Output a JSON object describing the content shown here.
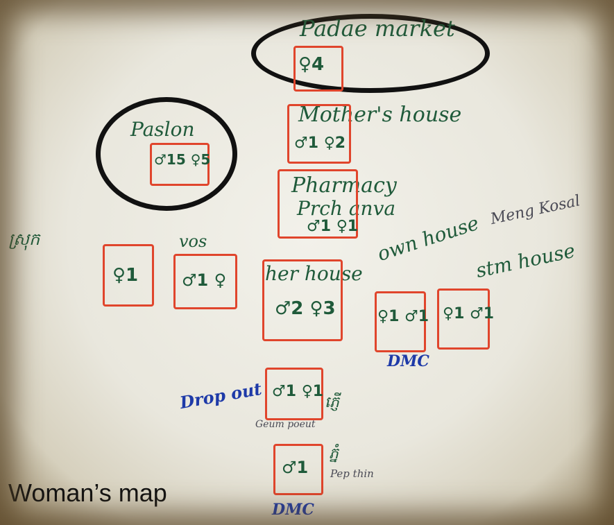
{
  "caption": "Woman’s map",
  "places": {
    "market": "Padae market",
    "mothers_house": "Mother's house",
    "pastor": "Paslon",
    "pharmacy_1": "Pharmacy",
    "pharmacy_2": "Prch anva",
    "her_house": "her house",
    "own_house": "own house",
    "stm_house": "stm house",
    "neighbor_name": "Meng Kosal",
    "left_label": "ស្រុក",
    "vos_label": "vos",
    "drop_out": "Drop out",
    "dmc_1": "DMC",
    "dmc_2": "DMC",
    "geum_point": "Geum poeut",
    "pep_thin": "Pep thin",
    "khmer_1": "ភ្ញើ",
    "khmer_2": "ភ្នំ"
  },
  "symbols": {
    "market": "♀4",
    "mothers_house": "♂1 ♀2",
    "pastor": "♂15 ♀5",
    "pharmacy": "♂1 ♀1",
    "left_box": "♀1",
    "vos_box": "♂1 ♀",
    "her_house": "♂2 ♀3",
    "own_house": "♀1 ♂1",
    "stm_house": "♀1 ♂1",
    "drop_out": "♂1 ♀1",
    "bottom": "♂1"
  },
  "colors": {
    "marker_green": "#1f5a3a",
    "marker_red": "#e0452c",
    "marker_blue": "#1e3aa8",
    "circle_black": "#111111"
  }
}
